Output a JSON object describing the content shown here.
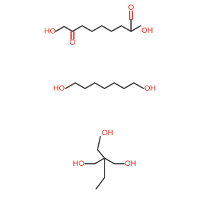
{
  "colors": {
    "bond": "#3a3a3a",
    "heteroatom": "#ee2a1f",
    "background": "#ffffff"
  },
  "molecules": [
    {
      "id": "adipic-acid",
      "labels": {
        "oh_left": "HO",
        "oh_right": "OH",
        "o_top": "O",
        "o_bottom": "O"
      }
    },
    {
      "id": "hexanediol",
      "labels": {
        "oh_left": "HO",
        "oh_right": "OH"
      }
    },
    {
      "id": "trimethylolpropane",
      "labels": {
        "oh_top": "OH",
        "oh_left": "HO",
        "oh_right": "OH"
      }
    }
  ]
}
